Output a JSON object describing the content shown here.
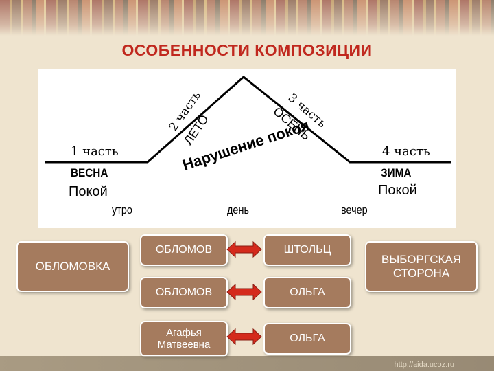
{
  "title": "ОСОБЕННОСТИ КОМПОЗИЦИИ",
  "diagram": {
    "parts": [
      "1 часть",
      "2 часть",
      "3 часть",
      "4 часть"
    ],
    "seasons": [
      "ВЕСНА",
      "ЛЕТО",
      "ОСЕНЬ",
      "ЗИМА"
    ],
    "states": {
      "left": "Покой",
      "middle": "Нарушение покоя",
      "right": "Покой"
    },
    "times": [
      "утро",
      "день",
      "вечер"
    ]
  },
  "boxes": {
    "oblomovka": "ОБЛОМОВКА",
    "vyborg": "ВЫБОРГСКАЯ СТОРОНА",
    "pairs": [
      {
        "left": "ОБЛОМОВ",
        "right": "ШТОЛЬЦ"
      },
      {
        "left": "ОБЛОМОВ",
        "right": "ОЛЬГА"
      },
      {
        "left": "Агафья Матвеевна",
        "right": "ОЛЬГА"
      }
    ]
  },
  "colors": {
    "title": "#c0281e",
    "box_fill": "#a57b5e",
    "arrow_fill": "#d42a1c",
    "background": "#efe4cf"
  },
  "watermark": "http://aida.ucoz.ru"
}
